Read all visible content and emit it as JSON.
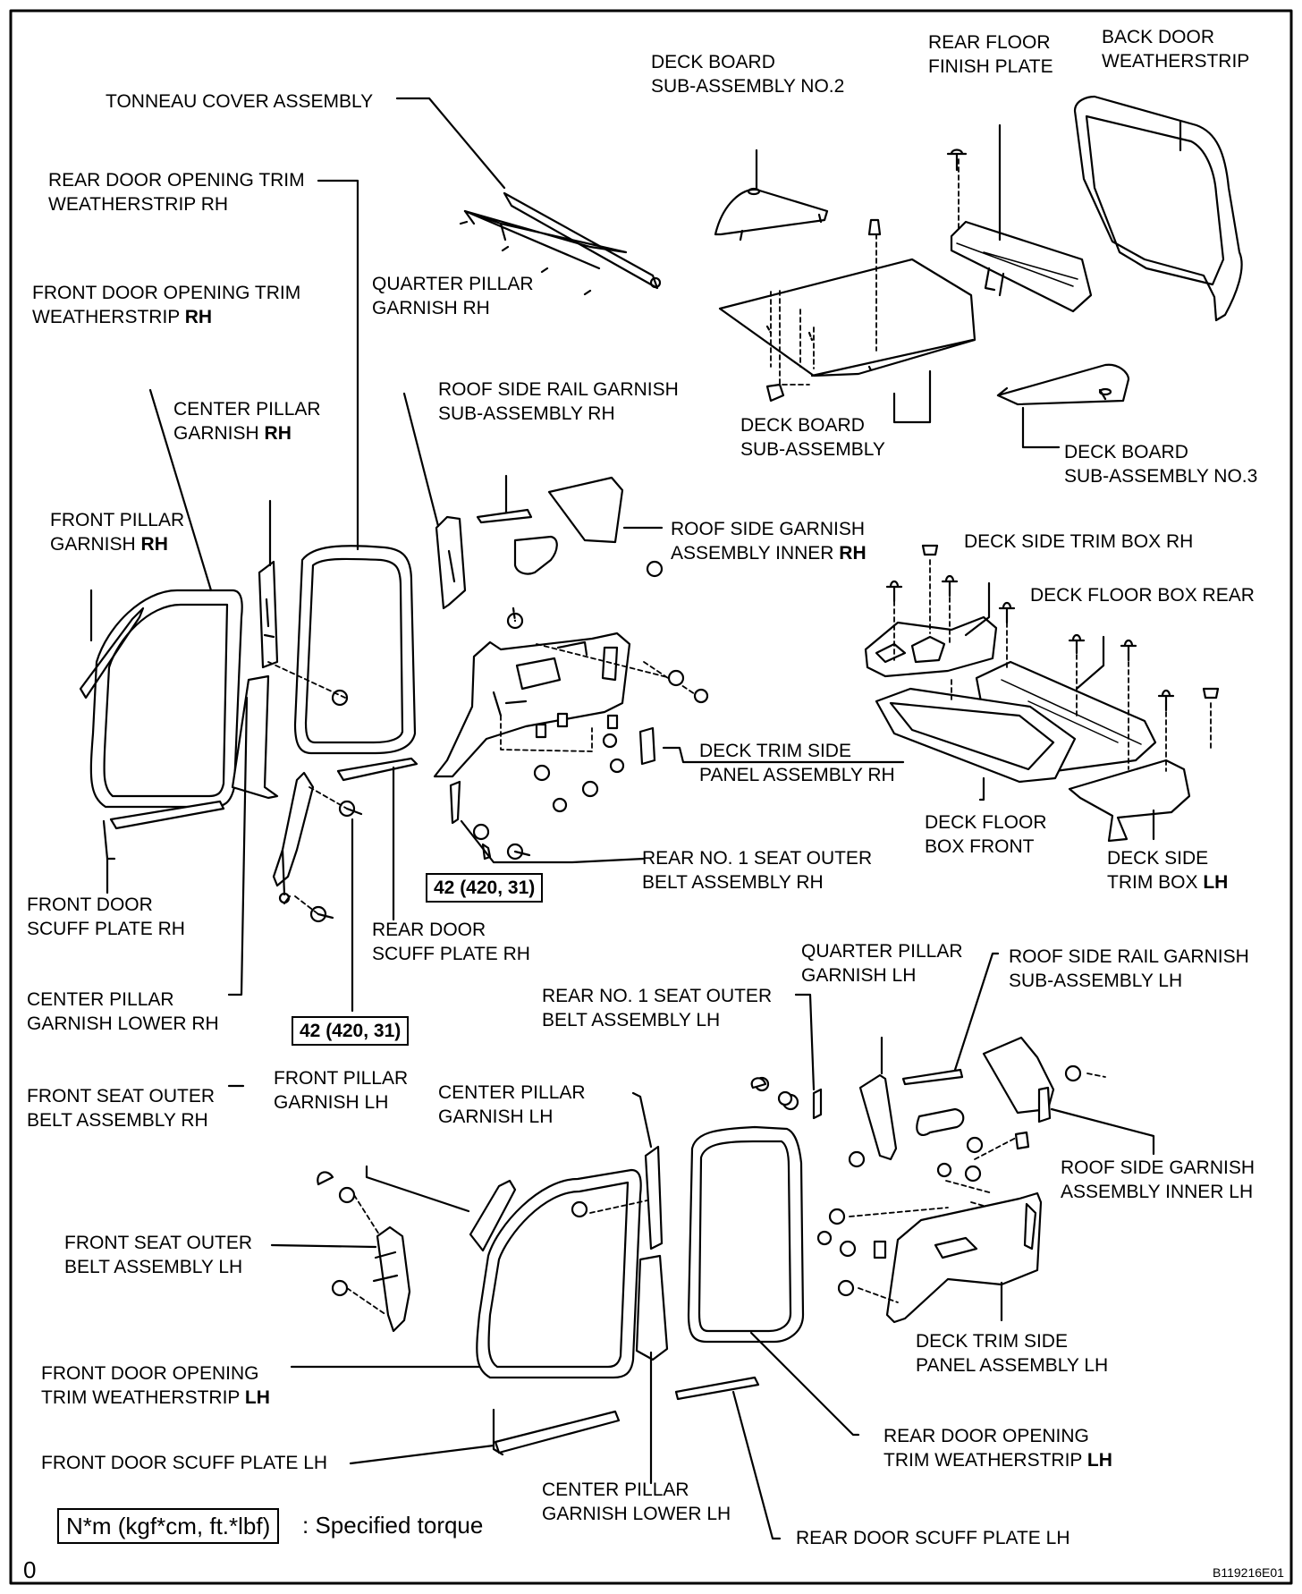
{
  "labels": {
    "tonneau": {
      "text": "TONNEAU COVER ASSEMBLY"
    },
    "rear_door_opening_rh": {
      "l1": "REAR DOOR OPENING TRIM",
      "l2": "WEATHERSTRIP RH"
    },
    "front_door_opening_rh": {
      "l1": "FRONT DOOR OPENING TRIM",
      "l2": "WEATHERSTRIP",
      "l2b": "RH"
    },
    "quarter_pillar_rh": {
      "l1": "QUARTER PILLAR",
      "l2": "GARNISH RH"
    },
    "deck_board_no2": {
      "l1": "DECK BOARD",
      "l2": "SUB-ASSEMBLY NO.2"
    },
    "rear_floor_finish": {
      "l1": "REAR FLOOR",
      "l2": "FINISH PLATE"
    },
    "back_door_ws": {
      "l1": "BACK DOOR",
      "l2": "WEATHERSTRIP"
    },
    "center_pillar_rh": {
      "l1": "CENTER PILLAR",
      "l2": "GARNISH",
      "l2b": "RH"
    },
    "roof_side_rail_rh": {
      "l1": "ROOF SIDE RAIL GARNISH",
      "l2": "SUB-ASSEMBLY RH"
    },
    "deck_board_sub": {
      "l1": "DECK BOARD",
      "l2": "SUB-ASSEMBLY"
    },
    "deck_board_no3": {
      "l1": "DECK BOARD",
      "l2": "SUB-ASSEMBLY NO.3"
    },
    "front_pillar_rh": {
      "l1": "FRONT PILLAR",
      "l2": "GARNISH",
      "l2b": "RH"
    },
    "roof_side_inner_rh": {
      "l1": "ROOF SIDE GARNISH",
      "l2": "ASSEMBLY INNER",
      "l2b": "RH"
    },
    "deck_side_trim_rh": {
      "text": "DECK SIDE TRIM BOX RH"
    },
    "deck_floor_rear": {
      "text": "DECK FLOOR BOX REAR"
    },
    "deck_trim_panel_rh": {
      "l1": "DECK TRIM SIDE",
      "l2": "PANEL ASSEMBLY RH"
    },
    "deck_floor_front": {
      "l1": "DECK FLOOR",
      "l2": "BOX FRONT"
    },
    "deck_side_trim_lh": {
      "l1": "DECK SIDE",
      "l2": "TRIM BOX",
      "l2b": "LH"
    },
    "rear_no1_rh": {
      "l1": "REAR NO. 1 SEAT OUTER",
      "l2": "BELT ASSEMBLY RH"
    },
    "front_door_scuff_rh": {
      "l1": "FRONT DOOR",
      "l2": "SCUFF PLATE RH"
    },
    "rear_door_scuff_rh": {
      "l1": "REAR DOOR",
      "l2": "SCUFF PLATE RH"
    },
    "quarter_pillar_lh": {
      "l1": "QUARTER PILLAR",
      "l2": "GARNISH LH"
    },
    "roof_side_rail_lh": {
      "l1": "ROOF SIDE RAIL GARNISH",
      "l2": "SUB-ASSEMBLY LH"
    },
    "center_pillar_lower_rh": {
      "l1": "CENTER PILLAR",
      "l2": "GARNISH LOWER RH"
    },
    "rear_no1_lh": {
      "l1": "REAR NO. 1 SEAT OUTER",
      "l2": "BELT ASSEMBLY LH"
    },
    "front_seat_belt_rh": {
      "l1": "FRONT SEAT OUTER",
      "l2": "BELT ASSEMBLY RH"
    },
    "front_pillar_lh": {
      "l1": "FRONT PILLAR",
      "l2": "GARNISH LH"
    },
    "center_pillar_lh": {
      "l1": "CENTER PILLAR",
      "l2": "GARNISH LH"
    },
    "roof_side_inner_lh": {
      "l1": "ROOF SIDE GARNISH",
      "l2": "ASSEMBLY INNER LH"
    },
    "front_seat_belt_lh": {
      "l1": "FRONT SEAT OUTER",
      "l2": "BELT ASSEMBLY LH"
    },
    "deck_trim_panel_lh": {
      "l1": "DECK TRIM SIDE",
      "l2": "PANEL ASSEMBLY LH"
    },
    "front_door_opening_lh": {
      "l1": "FRONT DOOR OPENING",
      "l2": "TRIM WEATHERSTRIP",
      "l2b": "LH"
    },
    "rear_door_opening_lh": {
      "l1": "REAR DOOR OPENING",
      "l2": "TRIM WEATHERSTRIP",
      "l2b": "LH"
    },
    "front_door_scuff_lh": {
      "text": "FRONT DOOR SCUFF PLATE LH"
    },
    "center_pillar_lower_lh": {
      "l1": "CENTER PILLAR",
      "l2": "GARNISH LOWER LH"
    },
    "rear_door_scuff_lh": {
      "text": "REAR DOOR SCUFF PLATE LH"
    }
  },
  "torque": {
    "a": "42 (420, 31)",
    "b": "42 (420, 31)"
  },
  "legend": {
    "box": "N*m (kgf*cm, ft.*lbf)",
    "text": ": Specified torque"
  },
  "page_marker": "0",
  "figure_id": "B119216E01"
}
